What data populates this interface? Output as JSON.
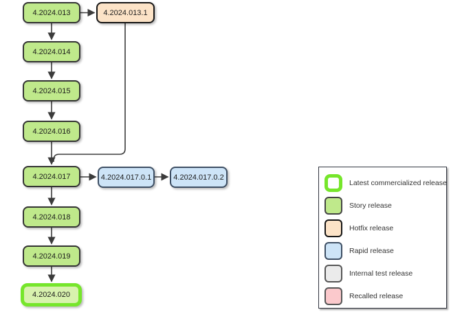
{
  "diagram": {
    "nodes": [
      {
        "id": "n013",
        "label": "4.2024.013",
        "type": "story"
      },
      {
        "id": "n013_1",
        "label": "4.2024.013.1",
        "type": "hotfix"
      },
      {
        "id": "n014",
        "label": "4.2024.014",
        "type": "story"
      },
      {
        "id": "n015",
        "label": "4.2024.015",
        "type": "story"
      },
      {
        "id": "n016",
        "label": "4.2024.016",
        "type": "story"
      },
      {
        "id": "n017",
        "label": "4.2024.017",
        "type": "story"
      },
      {
        "id": "n017_01",
        "label": "4.2024.017.0.1",
        "type": "rapid"
      },
      {
        "id": "n017_02",
        "label": "4.2024.017.0.2",
        "type": "rapid"
      },
      {
        "id": "n018",
        "label": "4.2024.018",
        "type": "story"
      },
      {
        "id": "n019",
        "label": "4.2024.019",
        "type": "story"
      },
      {
        "id": "n020",
        "label": "4.2024.020",
        "type": "story-latest"
      }
    ],
    "edges": [
      {
        "from": "4.2024.013",
        "to": "4.2024.013.1"
      },
      {
        "from": "4.2024.013",
        "to": "4.2024.014"
      },
      {
        "from": "4.2024.014",
        "to": "4.2024.015"
      },
      {
        "from": "4.2024.015",
        "to": "4.2024.016"
      },
      {
        "from": "4.2024.016",
        "to": "4.2024.017"
      },
      {
        "from": "4.2024.013.1",
        "to": "4.2024.017"
      },
      {
        "from": "4.2024.017",
        "to": "4.2024.017.0.1"
      },
      {
        "from": "4.2024.017.0.1",
        "to": "4.2024.017.0.2"
      },
      {
        "from": "4.2024.017",
        "to": "4.2024.018"
      },
      {
        "from": "4.2024.018",
        "to": "4.2024.019"
      },
      {
        "from": "4.2024.019",
        "to": "4.2024.020"
      }
    ]
  },
  "legend": {
    "items": [
      {
        "label": "Latest commercialized release",
        "type": "latest"
      },
      {
        "label": "Story release",
        "type": "story"
      },
      {
        "label": "Hotfix release",
        "type": "hotfix"
      },
      {
        "label": "Rapid release",
        "type": "rapid"
      },
      {
        "label": "Internal test release",
        "type": "internal"
      },
      {
        "label": "Recalled release",
        "type": "recalled"
      }
    ]
  },
  "colors": {
    "story_fill": "#bfe98b",
    "story_stroke": "#333333",
    "hotfix_fill": "#fce3c7",
    "hotfix_stroke": "#151515",
    "rapid_fill": "#cde4f7",
    "rapid_stroke": "#3d4e63",
    "latest_border": "#76e62b",
    "latest_fill": "#d8f2ae",
    "internal_fill": "#ebebeb",
    "recalled_fill": "#fbc9cc",
    "edge": "#3b3b3b",
    "background": "#ffffff"
  }
}
